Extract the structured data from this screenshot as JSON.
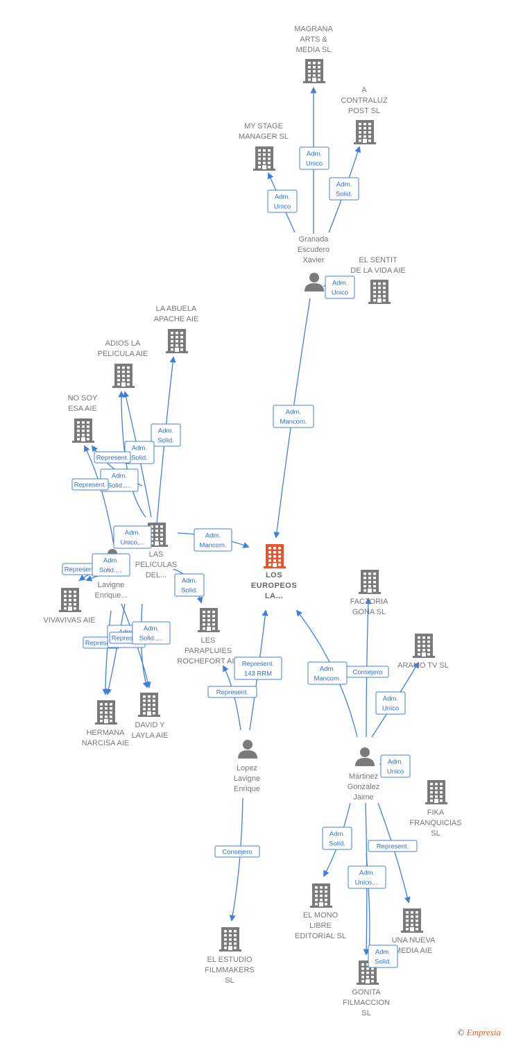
{
  "colors": {
    "edge": "#3f7fd9",
    "company": "#7a7a7a",
    "center_company": "#e8542c",
    "person": "#7a7a7a",
    "label": "#777777"
  },
  "center_id": "los_europeos",
  "nodes": [
    {
      "id": "magrana",
      "type": "company",
      "lines": [
        "MAGRANA",
        "ARTS &",
        "MEDIA  SL"
      ]
    },
    {
      "id": "contraluz",
      "type": "company",
      "lines": [
        "A",
        "CONTRALUZ",
        "POST  SL"
      ]
    },
    {
      "id": "mystage",
      "type": "company",
      "lines": [
        "MY STAGE",
        "MANAGER  SL"
      ]
    },
    {
      "id": "granada",
      "type": "person",
      "lines": [
        "Granada",
        "Escudero",
        "Xavier"
      ]
    },
    {
      "id": "sentit",
      "type": "company",
      "lines": [
        "EL SENTIT",
        "DE LA VIDA  AIE"
      ]
    },
    {
      "id": "abuela",
      "type": "company",
      "lines": [
        "LA ABUELA",
        "APACHE AIE"
      ]
    },
    {
      "id": "adios",
      "type": "company",
      "lines": [
        "ADIOS LA",
        "PELICULA AIE"
      ]
    },
    {
      "id": "nosoy",
      "type": "company",
      "lines": [
        "NO SOY",
        "ESA AIE"
      ]
    },
    {
      "id": "peliculas",
      "type": "company",
      "lines": [
        "LAS",
        "PELICULAS",
        "DEL..."
      ]
    },
    {
      "id": "lavigne_p",
      "type": "person",
      "lines": [
        "Lavigne",
        "Enrique..."
      ]
    },
    {
      "id": "vivavivas",
      "type": "company",
      "lines": [
        "VIVAVIVAS AIE"
      ]
    },
    {
      "id": "hermana",
      "type": "company",
      "lines": [
        "HERMANA",
        "NARCISA AIE"
      ]
    },
    {
      "id": "davidlayla",
      "type": "company",
      "lines": [
        "DAVID Y",
        "LAYLA AIE"
      ]
    },
    {
      "id": "parapluies",
      "type": "company",
      "lines": [
        "LES",
        "PARAPLUIES",
        "ROCHEFORT AIE"
      ]
    },
    {
      "id": "los_europeos",
      "type": "company",
      "lines": [
        "LOS",
        "EUROPEOS",
        "LA..."
      ]
    },
    {
      "id": "factoria",
      "type": "company",
      "lines": [
        "FACTORIA",
        "GONA  SL"
      ]
    },
    {
      "id": "aramo",
      "type": "company",
      "lines": [
        "ARAMO TV SL"
      ]
    },
    {
      "id": "lopez",
      "type": "person",
      "lines": [
        "Lopez",
        "Lavigne",
        "Enrique"
      ]
    },
    {
      "id": "martinez",
      "type": "person",
      "lines": [
        "Martinez",
        "Gonzalez",
        "Jaime"
      ]
    },
    {
      "id": "fika",
      "type": "company",
      "lines": [
        "FIKA",
        "FRANQUICIAS",
        "SL"
      ]
    },
    {
      "id": "mono",
      "type": "company",
      "lines": [
        "EL MONO",
        "LIBRE",
        "EDITORIAL  SL"
      ]
    },
    {
      "id": "nuevamedia",
      "type": "company",
      "lines": [
        "UNA NUEVA",
        "MEDIA AIE"
      ]
    },
    {
      "id": "estudio",
      "type": "company",
      "lines": [
        "EL ESTUDIO",
        "FILMMAKERS",
        "SL"
      ]
    },
    {
      "id": "gonita",
      "type": "company",
      "lines": [
        "GONITA",
        "FILMACCION",
        "SL"
      ]
    }
  ],
  "edges": [
    {
      "from": "granada",
      "to": "magrana",
      "label": [
        "Adm.",
        "Unico"
      ]
    },
    {
      "from": "granada",
      "to": "contraluz",
      "label": [
        "Adm.",
        "Solid."
      ]
    },
    {
      "from": "granada",
      "to": "mystage",
      "label": [
        "Adm.",
        "Unico"
      ]
    },
    {
      "from": "granada",
      "to": "sentit",
      "label": [
        "Adm.",
        "Unico"
      ]
    },
    {
      "from": "granada",
      "to": "los_europeos",
      "label": [
        "Adm.",
        "Mancom."
      ]
    },
    {
      "from": "lavigne_p",
      "to": "abuela",
      "label": [
        "Adm.",
        "Solid."
      ]
    },
    {
      "from": "lavigne_p",
      "to": "adios",
      "label": [
        "Adm.",
        "Solid."
      ]
    },
    {
      "from": "lavigne_p",
      "to": "adios",
      "label": [
        "Adm.",
        "Solid.,..."
      ]
    },
    {
      "from": "lavigne_p",
      "to": "nosoy",
      "label": [
        "Represent."
      ]
    },
    {
      "from": "lavigne_p",
      "to": "nosoy",
      "label": [
        "Represent."
      ]
    },
    {
      "from": "lavigne_p",
      "to": "peliculas",
      "label": [
        "Adm.",
        "Unico,..."
      ]
    },
    {
      "from": "lavigne_p",
      "to": "vivavivas",
      "label": [
        "Represent."
      ]
    },
    {
      "from": "lavigne_p",
      "to": "vivavivas",
      "label": [
        "Adm.",
        "Solid.,..."
      ]
    },
    {
      "from": "lavigne_p",
      "to": "hermana",
      "label": [
        "Represent."
      ]
    },
    {
      "from": "lavigne_p",
      "to": "hermana",
      "label": [
        "Adm.",
        "Solid.,..."
      ]
    },
    {
      "from": "lavigne_p",
      "to": "davidlayla",
      "label": [
        "Represent."
      ]
    },
    {
      "from": "lavigne_p",
      "to": "davidlayla",
      "label": [
        "Adm.",
        "Solid.,..."
      ]
    },
    {
      "from": "lavigne_p",
      "to": "parapluies",
      "label": [
        "Adm.",
        "Solid."
      ]
    },
    {
      "from": "peliculas",
      "to": "los_europeos",
      "label": [
        "Adm.",
        "Mancom."
      ]
    },
    {
      "from": "lopez",
      "to": "los_europeos",
      "label": [
        "Represent.",
        "143 RRM"
      ]
    },
    {
      "from": "lopez",
      "to": "parapluies",
      "label": [
        "Represent."
      ]
    },
    {
      "from": "lopez",
      "to": "estudio",
      "label": [
        "Consejero"
      ]
    },
    {
      "from": "martinez",
      "to": "los_europeos",
      "label": [
        "Adm.",
        "Mancom."
      ]
    },
    {
      "from": "martinez",
      "to": "factoria",
      "label": [
        "Consejero"
      ]
    },
    {
      "from": "martinez",
      "to": "aramo",
      "label": [
        "Adm.",
        "Unico"
      ]
    },
    {
      "from": "martinez",
      "to": "fika",
      "label": [
        "Adm.",
        "Unico"
      ]
    },
    {
      "from": "martinez",
      "to": "mono",
      "label": [
        "Adm.",
        "Solid."
      ]
    },
    {
      "from": "martinez",
      "to": "nuevamedia",
      "label": [
        "Represent."
      ]
    },
    {
      "from": "martinez",
      "to": "gonita",
      "label": [
        "Adm.",
        "Unico,..."
      ]
    },
    {
      "from": "martinez",
      "to": "gonita",
      "label": [
        "Adm.",
        "Solid."
      ]
    }
  ],
  "footer": {
    "copyright": "©",
    "brand": "Empresia"
  }
}
